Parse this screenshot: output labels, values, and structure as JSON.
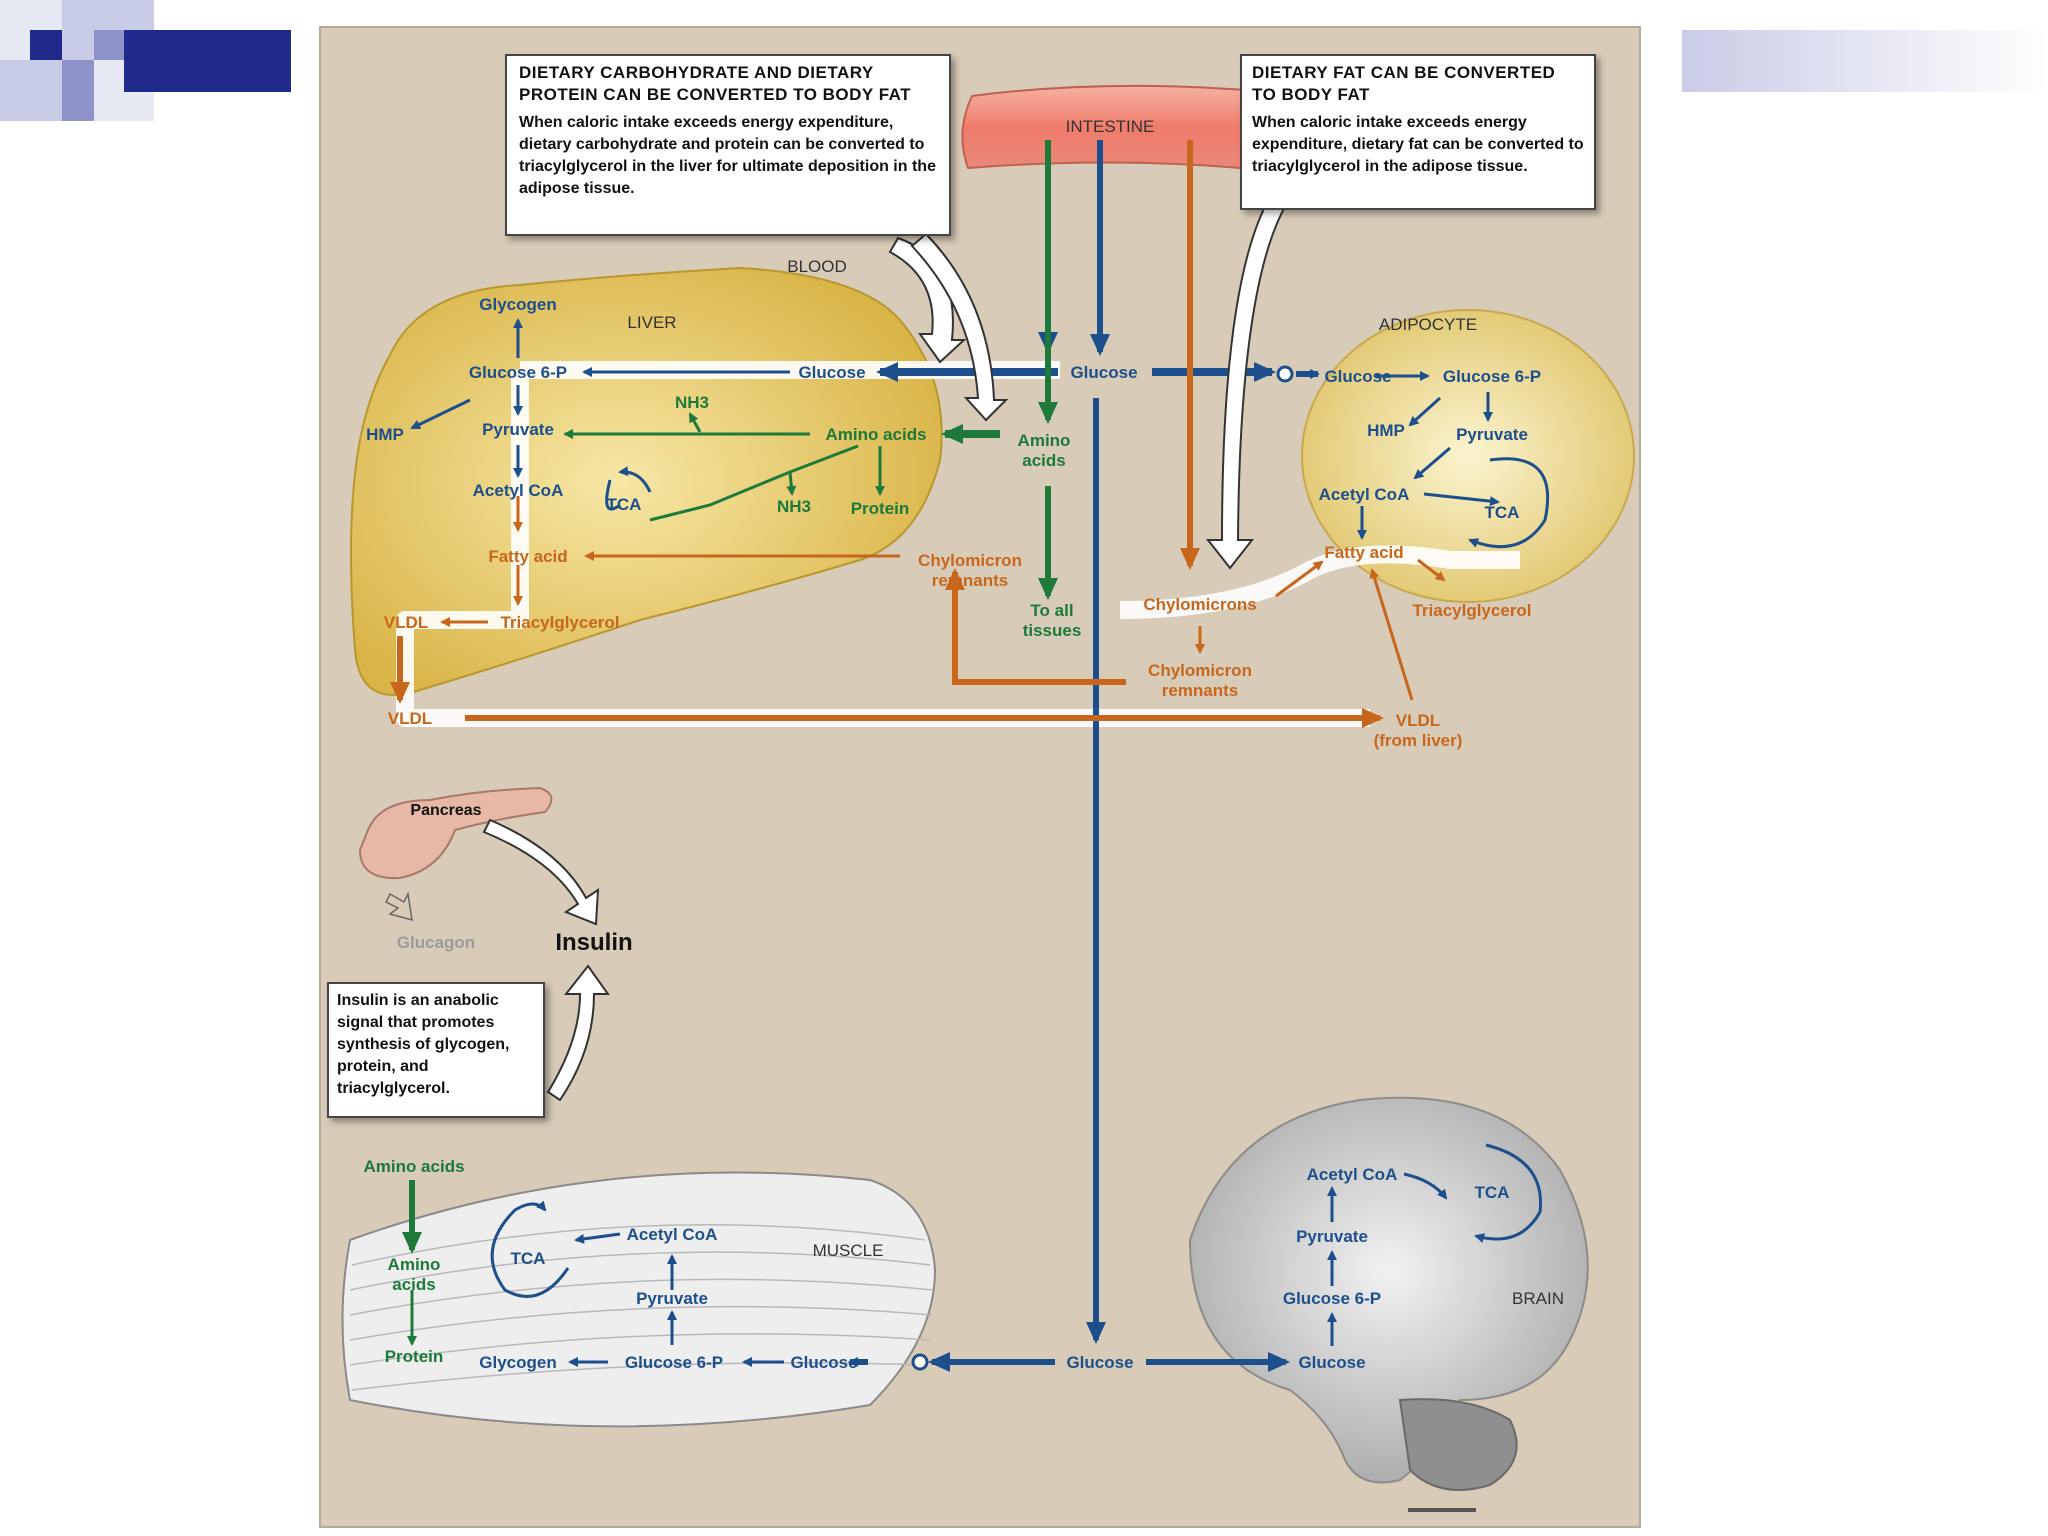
{
  "callouts": {
    "carb": {
      "title": "DIETARY CARBOHYDRATE AND DIETARY PROTEIN CAN BE CONVERTED TO BODY FAT",
      "body": "When caloric intake exceeds energy expenditure, dietary carbohydrate and protein can be converted to triacylglycerol in the liver for ultimate deposition in the adipose tissue."
    },
    "fat": {
      "title": "DIETARY FAT CAN BE CONVERTED TO BODY FAT",
      "body": "When caloric intake exceeds energy expenditure, dietary fat can be converted to triacylglycerol  in the adipose tissue."
    },
    "insulin": {
      "body": "Insulin is an anabolic signal that promotes synthesis of glycogen, protein, and triacylglycerol."
    }
  },
  "regions": {
    "intestine": "INTESTINE",
    "blood": "BLOOD",
    "liver": "LIVER",
    "adipocyte": "ADIPOCYTE",
    "muscle": "MUSCLE",
    "brain": "BRAIN",
    "pancreas": "Pancreas"
  },
  "hormones": {
    "glucagon": "Glucagon",
    "insulin": "Insulin"
  },
  "liver": {
    "glycogen": "Glycogen",
    "glucose6p": "Glucose 6-P",
    "hmp": "HMP",
    "pyruvate": "Pyruvate",
    "acetylcoa": "Acetyl CoA",
    "tca": "TCA",
    "nh3_top": "NH3",
    "nh3_bottom": "NH3",
    "protein": "Protein",
    "amino_acids": "Amino acids",
    "glucose": "Glucose",
    "fatty_acid": "Fatty acid",
    "vldl": "VLDL",
    "triacylglycerol": "Triacylglycerol",
    "vldl_out": "VLDL"
  },
  "blood": {
    "glucose": "Glucose",
    "amino_acids": "Amino acids",
    "to_all_tissues": "To all tissues",
    "chylomicron_remnants_liver": "Chylomicron remnants",
    "chylomicrons": "Chylomicrons",
    "chylomicron_remnants": "Chylomicron remnants",
    "vldl_from_liver": "VLDL (from liver)"
  },
  "adipocyte": {
    "glucose": "Glucose",
    "glucose6p": "Glucose 6-P",
    "hmp": "HMP",
    "pyruvate": "Pyruvate",
    "acetylcoa": "Acetyl CoA",
    "tca": "TCA",
    "fatty_acid": "Fatty acid",
    "triacylglycerol": "Triacylglycerol"
  },
  "muscle": {
    "amino_acids_in": "Amino acids",
    "amino_acids": "Amino acids",
    "protein": "Protein",
    "tca": "TCA",
    "acetylcoa": "Acetyl CoA",
    "pyruvate": "Pyruvate",
    "glycogen": "Glycogen",
    "glucose6p": "Glucose 6-P",
    "glucose": "Glucose"
  },
  "brain": {
    "acetylcoa": "Acetyl CoA",
    "tca": "TCA",
    "pyruvate": "Pyruvate",
    "glucose6p": "Glucose 6-P",
    "glucose": "Glucose"
  },
  "bottom_glucose": "Glucose",
  "colors": {
    "blue": "#1d4f8c",
    "green": "#1d7a3a",
    "orange": "#c8671c",
    "panel": "#d8cbb8"
  }
}
